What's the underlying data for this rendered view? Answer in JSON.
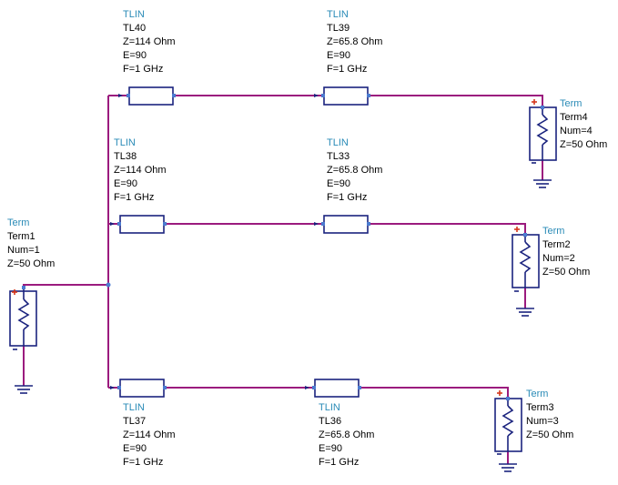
{
  "tlines": {
    "TL40": {
      "type": "TLIN",
      "name": "TL40",
      "z": "Z=114 Ohm",
      "e": "E=90",
      "f": "F=1 GHz"
    },
    "TL39": {
      "type": "TLIN",
      "name": "TL39",
      "z": "Z=65.8 Ohm",
      "e": "E=90",
      "f": "F=1 GHz"
    },
    "TL38": {
      "type": "TLIN",
      "name": "TL38",
      "z": "Z=114 Ohm",
      "e": "E=90",
      "f": "F=1 GHz"
    },
    "TL33": {
      "type": "TLIN",
      "name": "TL33",
      "z": "Z=65.8 Ohm",
      "e": "E=90",
      "f": "F=1 GHz"
    },
    "TL37": {
      "type": "TLIN",
      "name": "TL37",
      "z": "Z=114 Ohm",
      "e": "E=90",
      "f": "F=1 GHz"
    },
    "TL36": {
      "type": "TLIN",
      "name": "TL36",
      "z": "Z=65.8 Ohm",
      "e": "E=90",
      "f": "F=1 GHz"
    }
  },
  "terms": {
    "Term1": {
      "type": "Term",
      "name": "Term1",
      "num": "Num=1",
      "z": "Z=50 Ohm"
    },
    "Term2": {
      "type": "Term",
      "name": "Term2",
      "num": "Num=2",
      "z": "Z=50 Ohm"
    },
    "Term3": {
      "type": "Term",
      "name": "Term3",
      "num": "Num=3",
      "z": "Z=50 Ohm"
    },
    "Term4": {
      "type": "Term",
      "name": "Term4",
      "num": "Num=4",
      "z": "Z=50 Ohm"
    }
  },
  "colors": {
    "wire": "#9b1b7e",
    "component": "#1a237e",
    "component_type_label": "#2a8bb7",
    "pin": "#4c7bd0",
    "polarity_marker": "#d5371c"
  }
}
